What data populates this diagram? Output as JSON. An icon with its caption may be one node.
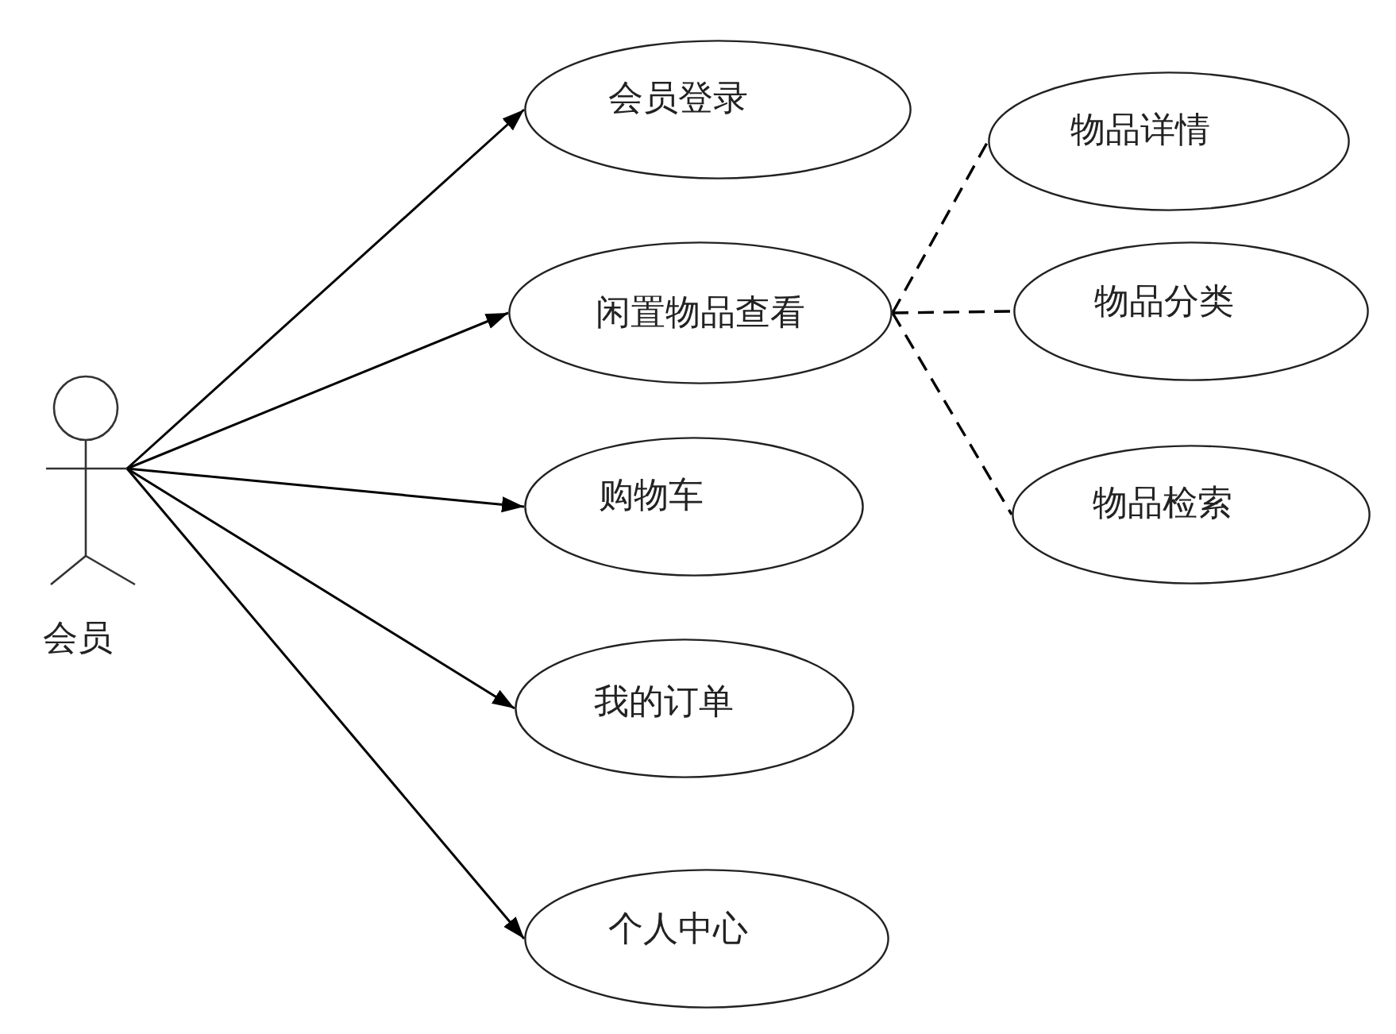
{
  "diagram": {
    "nodes": [
      {
        "text": [],
        "shape": "person",
        "beside": [
          "会员"
        ]
      },
      {
        "text": [
          "会员登录"
        ]
      },
      {
        "text": [
          "闲置物品查看"
        ]
      },
      {
        "text": [
          "购物车"
        ]
      },
      {
        "text": [
          "我的订单"
        ]
      },
      {
        "text": [
          "个人中心"
        ]
      },
      {
        "text": [
          "物品详情"
        ]
      },
      {
        "text": [
          "物品分类"
        ]
      },
      {
        "text": [
          "物品检索"
        ]
      }
    ],
    "edges": [
      {
        "from": 0,
        "to": 1,
        "arrow": "to"
      },
      {
        "from": 0,
        "to": 2,
        "arrow": "to"
      },
      {
        "from": 0,
        "to": 3,
        "arrow": "to"
      },
      {
        "from": 0,
        "to": 4,
        "arrow": "to"
      },
      {
        "from": 0,
        "to": 5,
        "arrow": "to"
      },
      {
        "from": 2,
        "to": 6,
        "arrow": "none",
        "style": "dashed"
      },
      {
        "from": 2,
        "to": 7,
        "arrow": "none",
        "style": "dashed"
      },
      {
        "from": 2,
        "to": 8,
        "arrow": "none",
        "style": "dashed"
      }
    ]
  }
}
